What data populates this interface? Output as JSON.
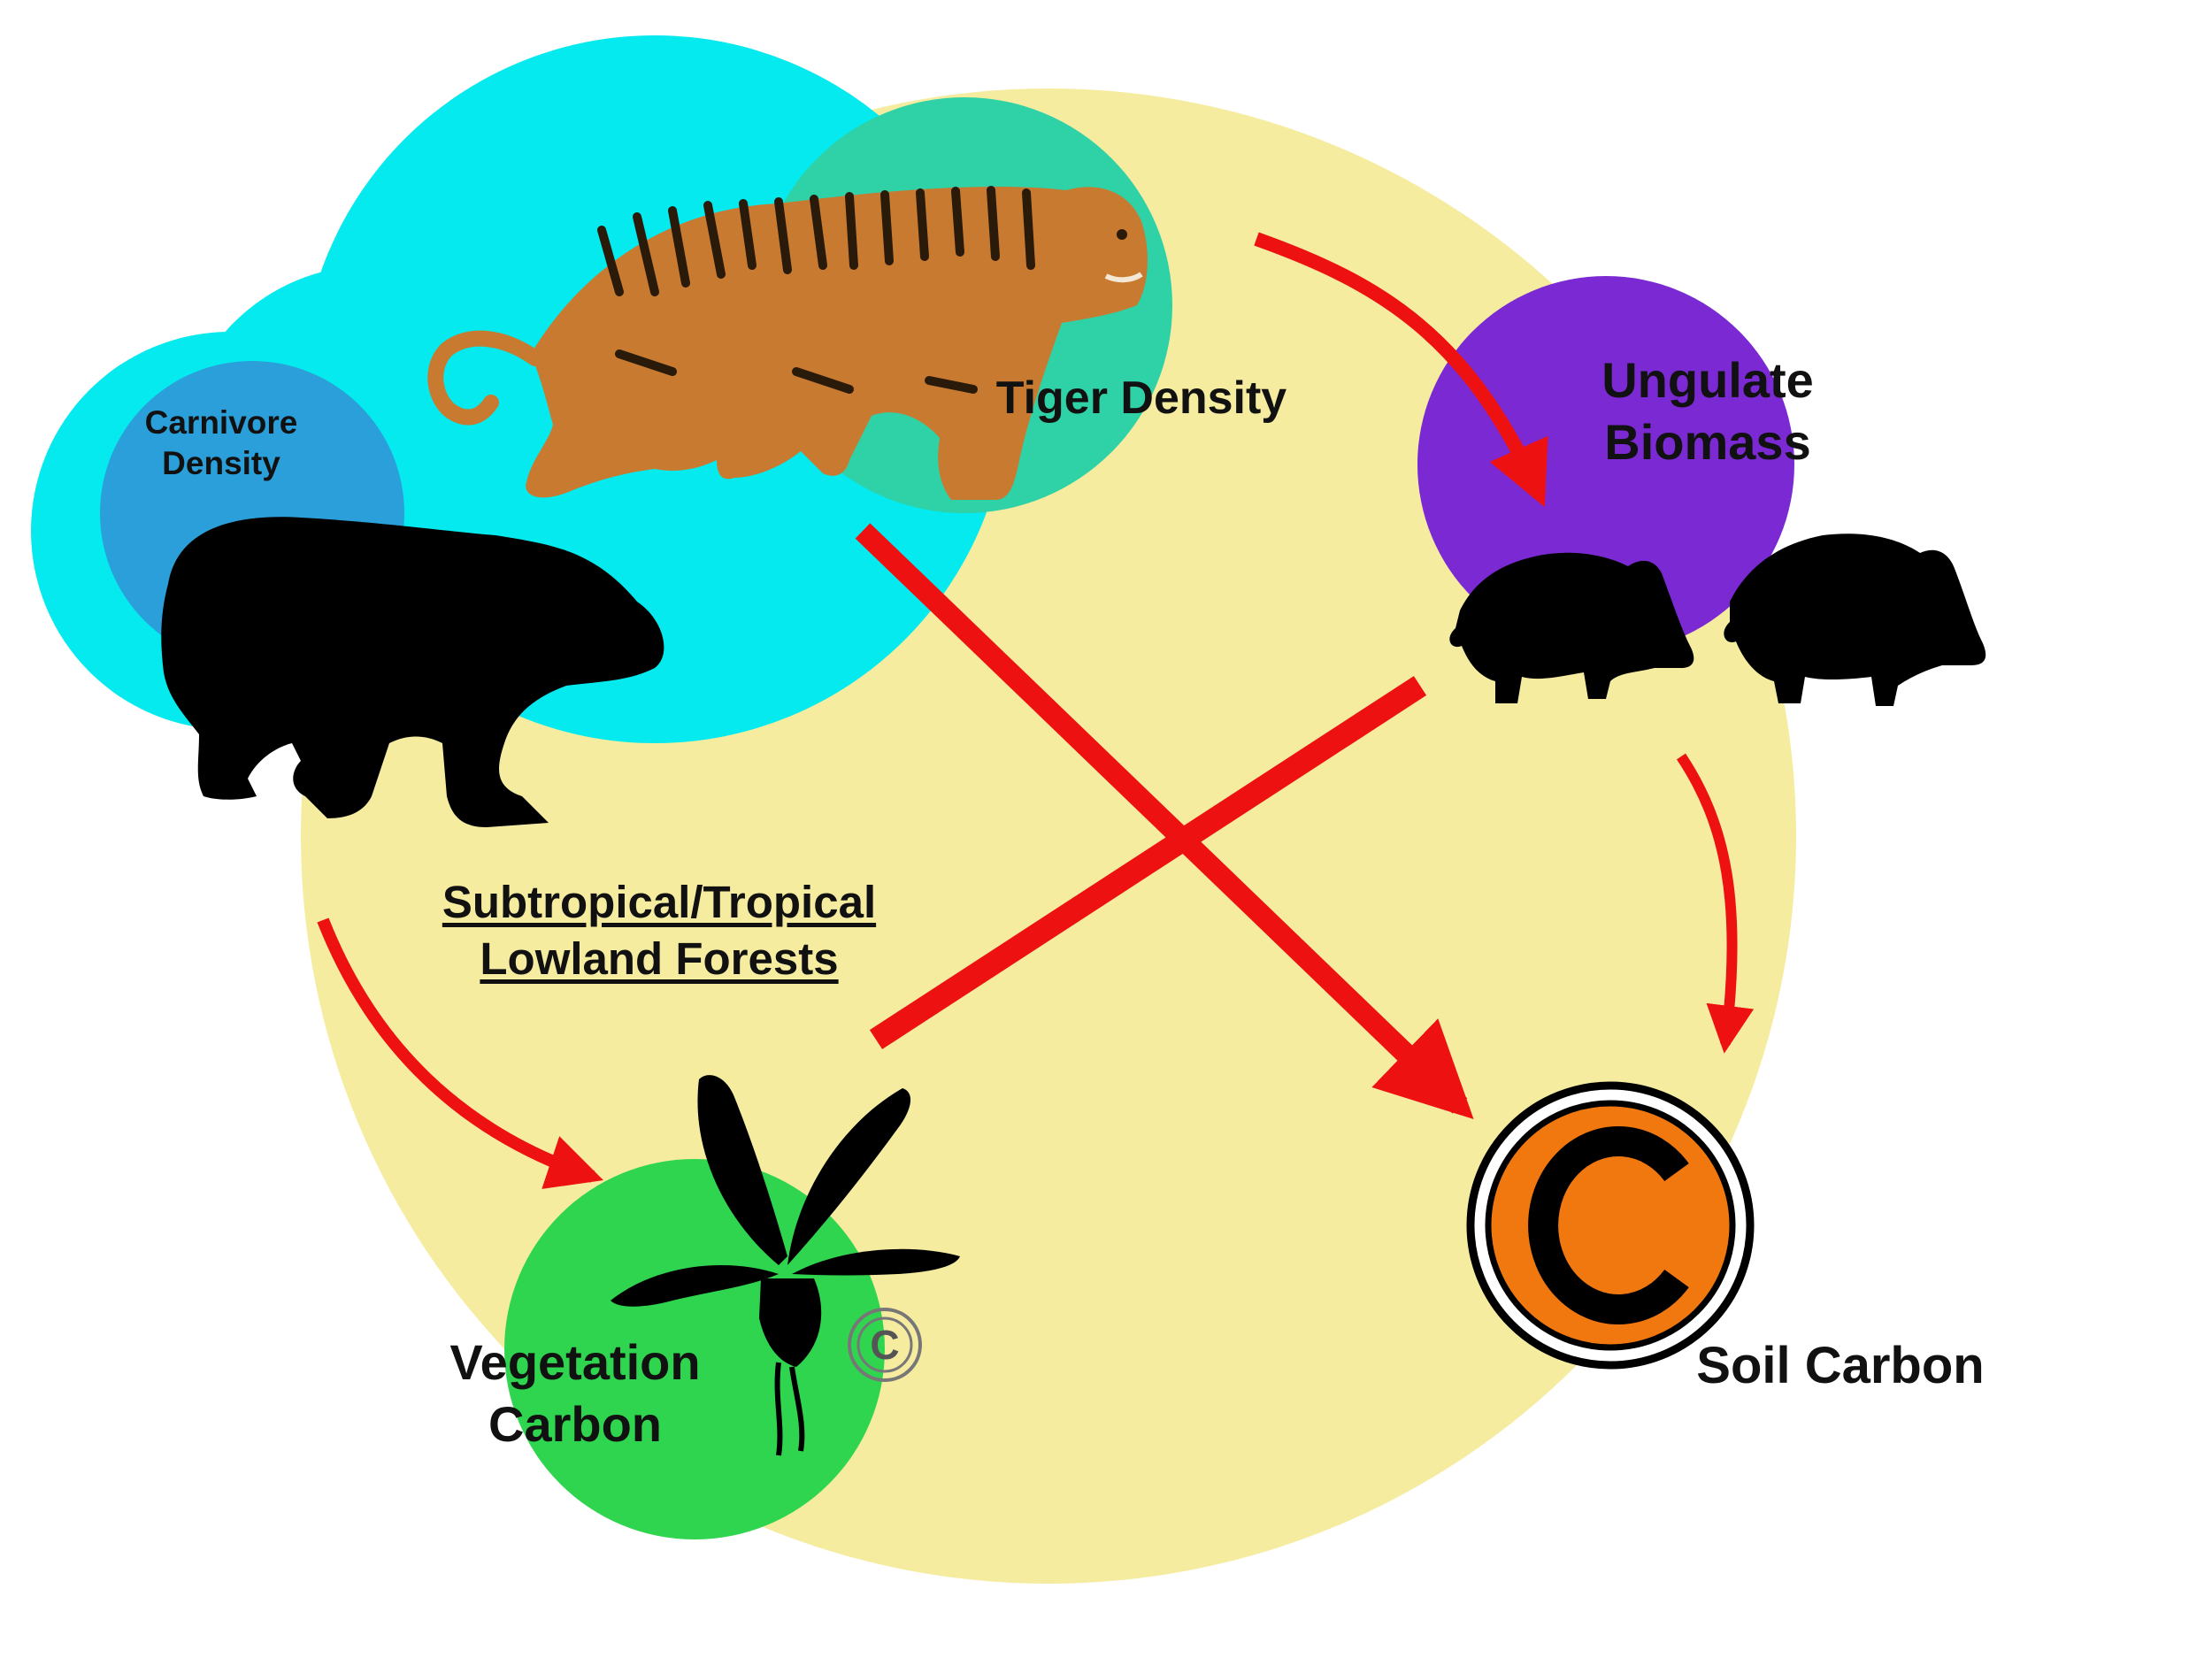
{
  "labels": {
    "carnivore_density": "Carnivore Density",
    "tiger_density": "Tiger Density",
    "ungulate_biomass": "Ungulate Biomass",
    "forest_type": "Subtropical/Tropical Lowland Forests",
    "vegetation_carbon": "Vegetation Carbon",
    "soil_carbon": "Soil Carbon",
    "carbon_symbol": "C"
  },
  "colors": {
    "background": "#ffffff",
    "forest_circle": "#f5eca0",
    "carnivore_blob": "#05eaee",
    "carnivore_inner": "#2b9fd9",
    "tiger_circle": "#2fd1a6",
    "ungulate_circle": "#7b2ad3",
    "vegetation_circle": "#2fd54e",
    "soil_carbon_fill": "#f0780e",
    "arrow": "#ee1111",
    "silhouette": "#000000",
    "tiger_body": "#c87a30"
  },
  "icons": [
    "tiger-icon",
    "bear-silhouette-icon",
    "boar-silhouette-icon",
    "plant-silhouette-icon",
    "carbon-c-icon"
  ]
}
